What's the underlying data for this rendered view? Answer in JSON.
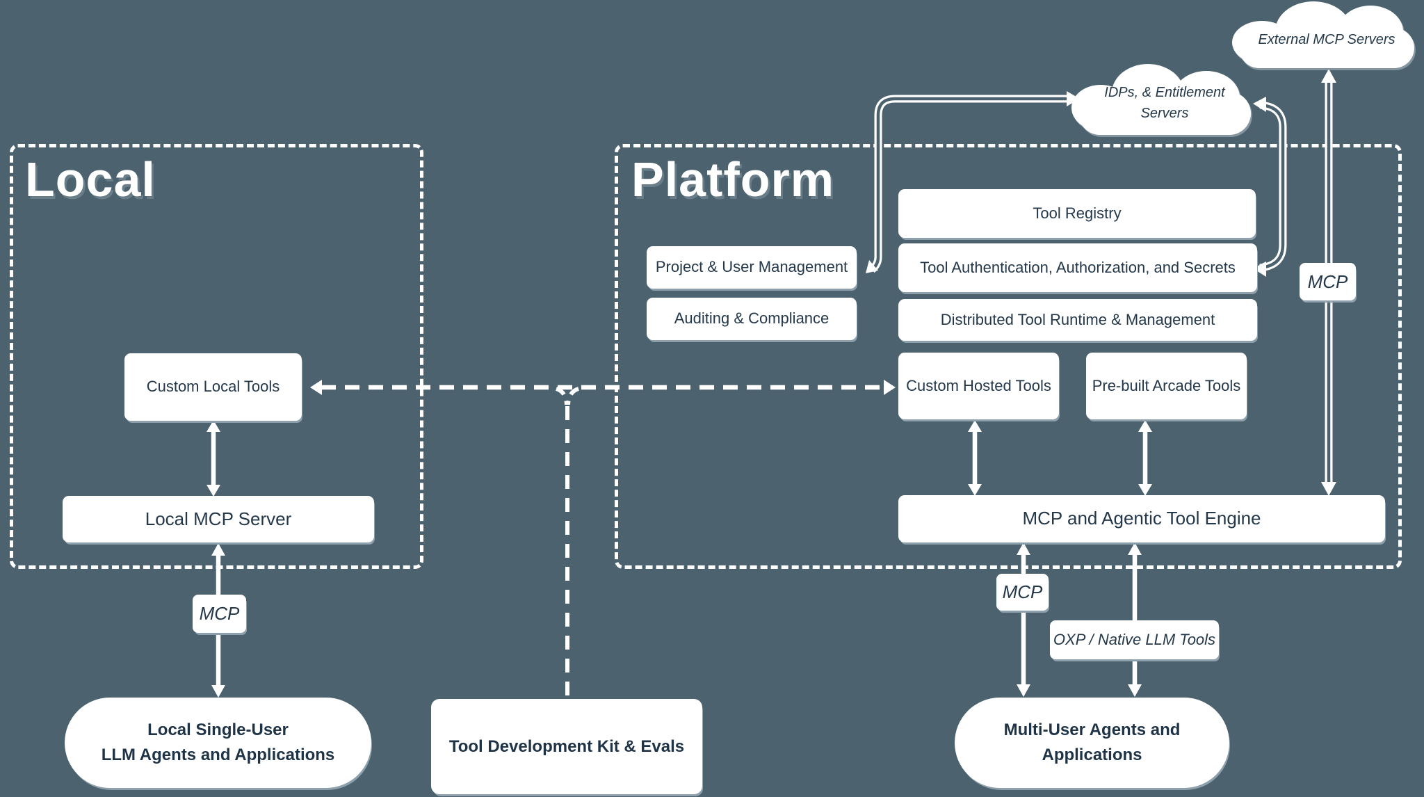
{
  "colors": {
    "background": "#4c626e",
    "shape_fill": "#ffffff",
    "text_dark": "#24384a",
    "shadow": "#8da0ab"
  },
  "groups": {
    "local": {
      "title": "Local"
    },
    "platform": {
      "title": "Platform"
    }
  },
  "boxes": {
    "custom_local_tools": {
      "label": "Custom Local Tools"
    },
    "local_mcp_server": {
      "label": "Local MCP Server"
    },
    "project_user_management": {
      "label": "Project & User Management"
    },
    "auditing_compliance": {
      "label": "Auditing & Compliance"
    },
    "tool_registry": {
      "label": "Tool Registry"
    },
    "tool_auth": {
      "label": "Tool Authentication, Authorization, and Secrets"
    },
    "distributed_runtime": {
      "label": "Distributed Tool Runtime & Management"
    },
    "custom_hosted_tools": {
      "label": "Custom Hosted Tools"
    },
    "prebuilt_arcade_tools": {
      "label": "Pre-built Arcade Tools"
    },
    "mcp_engine": {
      "label": "MCP and Agentic Tool Engine"
    },
    "tool_dev_kit": {
      "label": "Tool Development Kit & Evals"
    }
  },
  "pills": {
    "local_agents": {
      "line1": "Local Single-User",
      "line2": "LLM Agents and Applications"
    },
    "multi_user_agents": {
      "line1": "Multi-User Agents and",
      "line2": "Applications"
    }
  },
  "badges": {
    "mcp": "MCP",
    "oxp": "OXP / Native LLM Tools"
  },
  "clouds": {
    "external_mcp": {
      "label": "External MCP Servers"
    },
    "idps": {
      "line1": "IDPs, & Entitlement",
      "line2": "Servers"
    }
  }
}
